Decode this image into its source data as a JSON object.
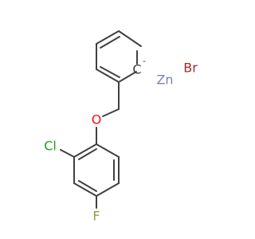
{
  "molecule": {
    "atoms": {
      "carbanion": {
        "symbol": "C",
        "charge": "-"
      },
      "zinc": {
        "symbol": "Zn"
      },
      "bromine": {
        "symbol": "Br"
      },
      "oxygen": {
        "symbol": "O"
      },
      "chlorine": {
        "symbol": "Cl"
      },
      "fluorine": {
        "symbol": "F"
      }
    }
  },
  "colors": {
    "bond": "#404040",
    "carbon": "#404040",
    "zinc": "#7d80b0",
    "bromine": "#a62929",
    "oxygen": "#ff0d0d",
    "chlorine": "#1fa01f",
    "fluorine": "#90a040"
  }
}
